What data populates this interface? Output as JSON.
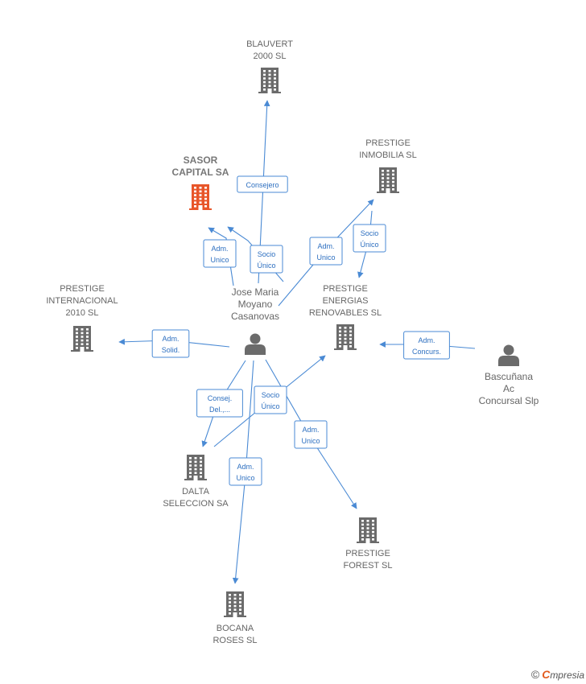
{
  "colors": {
    "edge": "#4a8ad4",
    "edge_text": "#2d6fc0",
    "company_icon": "#6b6b6b",
    "focus_company_icon": "#e8562a",
    "person_icon": "#6b6b6b"
  },
  "companies": [
    {
      "id": "blauvert",
      "icon": "building-icon",
      "label": [
        "BLAUVERT",
        "2000 SL"
      ],
      "focus": false
    },
    {
      "id": "sasor",
      "icon": "building-icon",
      "label": [
        "SASOR",
        "CAPITAL SA"
      ],
      "focus": true
    },
    {
      "id": "prestige-inmobilia",
      "icon": "building-icon",
      "label": [
        "PRESTIGE",
        "INMOBILIA SL"
      ],
      "focus": false
    },
    {
      "id": "prestige-internacional",
      "icon": "building-icon",
      "label": [
        "PRESTIGE",
        "INTERNACIONAL",
        "2010 SL"
      ],
      "focus": false
    },
    {
      "id": "prestige-energias",
      "icon": "building-icon",
      "label": [
        "PRESTIGE",
        "ENERGIAS",
        "RENOVABLES SL"
      ],
      "focus": false
    },
    {
      "id": "dalta",
      "icon": "building-icon",
      "label": [
        "DALTA",
        "SELECCION SA"
      ],
      "focus": false
    },
    {
      "id": "prestige-forest",
      "icon": "building-icon",
      "label": [
        "PRESTIGE",
        "FOREST SL"
      ],
      "focus": false
    },
    {
      "id": "bocana",
      "icon": "building-icon",
      "label": [
        "BOCANA",
        "ROSES SL"
      ],
      "focus": false
    }
  ],
  "persons": [
    {
      "id": "jose",
      "icon": "person-icon",
      "label": [
        "Jose Maria",
        "Moyano",
        "Casanovas"
      ]
    },
    {
      "id": "bascunana",
      "icon": "person-icon",
      "label": [
        "Bascuñana",
        "Ac",
        "Concursal Slp"
      ]
    }
  ],
  "relations": [
    {
      "from": "jose",
      "to": "blauvert",
      "label": [
        "Consejero"
      ]
    },
    {
      "from": "jose",
      "to": "sasor",
      "label": [
        "Adm.",
        "Unico"
      ]
    },
    {
      "from": "jose",
      "to": "sasor",
      "label": [
        "Socio",
        "Único"
      ]
    },
    {
      "from": "jose",
      "to": "prestige-inmobilia",
      "label": [
        "Adm.",
        "Unico"
      ]
    },
    {
      "from": "prestige-inmobilia",
      "to": "prestige-energias",
      "label": [
        "Socio",
        "Único"
      ]
    },
    {
      "from": "jose",
      "to": "prestige-internacional",
      "label": [
        "Adm.",
        "Solid."
      ]
    },
    {
      "from": "bascunana",
      "to": "prestige-energias",
      "label": [
        "Adm.",
        "Concurs."
      ]
    },
    {
      "from": "jose",
      "to": "dalta",
      "label": [
        "Consej.",
        "Del.,..."
      ]
    },
    {
      "from": "dalta",
      "to": "prestige-energias",
      "label": [
        "Socio",
        "Único"
      ]
    },
    {
      "from": "jose",
      "to": "bocana",
      "label": [
        "Adm.",
        "Unico"
      ]
    },
    {
      "from": "jose",
      "to": "prestige-forest",
      "label": [
        "Adm.",
        "Unico"
      ]
    }
  ],
  "footer": {
    "copyright": "©",
    "brand_initial": "C",
    "brand_rest": "mpresia"
  }
}
